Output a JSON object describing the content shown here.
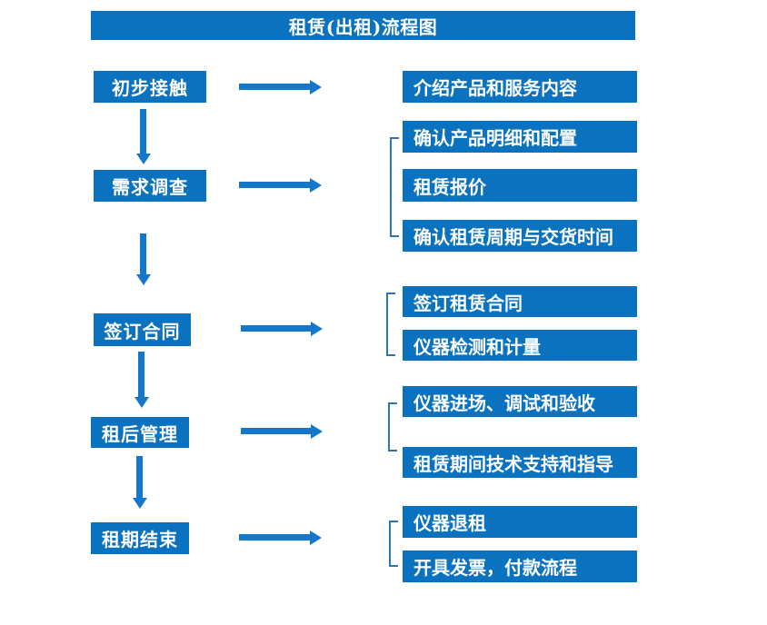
{
  "title": "租赁(出租)流程图",
  "colors": {
    "box_blue": "#0a72bf",
    "arrow_blue": "#1577c9",
    "bracket_blue": "#2e75b6",
    "text_white": "#ffffff"
  },
  "steps": [
    {
      "label": "初步接触",
      "outputs": [
        "介绍产品和服务内容"
      ]
    },
    {
      "label": "需求调查",
      "outputs": [
        "确认产品明细和配置",
        "租赁报价",
        "确认租赁周期与交货时间"
      ]
    },
    {
      "label": "签订合同",
      "outputs": [
        "签订租赁合同",
        "仪器检测和计量"
      ]
    },
    {
      "label": "租后管理",
      "outputs": [
        "仪器进场、调试和验收",
        "租赁期间技术支持和指导"
      ]
    },
    {
      "label": "租期结束",
      "outputs": [
        "仪器退租",
        "开具发票，付款流程"
      ]
    }
  ]
}
